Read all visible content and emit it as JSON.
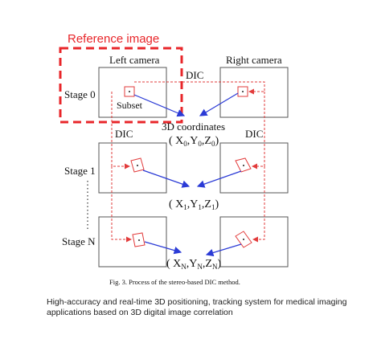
{
  "ref_label": "Reference image",
  "left_camera": "Left camera",
  "right_camera": "Right camera",
  "dic_top": "DIC",
  "dic_left": "DIC",
  "dic_right": "DIC",
  "stage0": "Stage 0",
  "stage1": "Stage 1",
  "stageN": "Stage N",
  "subset": "Subset",
  "coords_title": "3D coordinates",
  "coords": [
    {
      "open": "( X",
      "s1": "0",
      "c1": ",Y",
      "s2": "0",
      "c2": ",Z",
      "s3": "0",
      "close": ")"
    },
    {
      "open": "( X",
      "s1": "1",
      "c1": ",Y",
      "s2": "1",
      "c2": ",Z",
      "s3": "1",
      "close": ")"
    },
    {
      "open": "( X",
      "s1": "N",
      "c1": ",Y",
      "s2": "N",
      "c2": ",Z",
      "s3": "N",
      "close": ")"
    }
  ],
  "fig_caption": "Fig. 3.  Process of the stereo-based DIC method.",
  "description": "High-accuracy and real-time 3D positioning, tracking system for medical imaging applications based on 3D digital image correlation",
  "colors": {
    "reference": "#e8262a",
    "arrow_blue": "#2b3bd6",
    "red_line": "#e23b3b"
  }
}
